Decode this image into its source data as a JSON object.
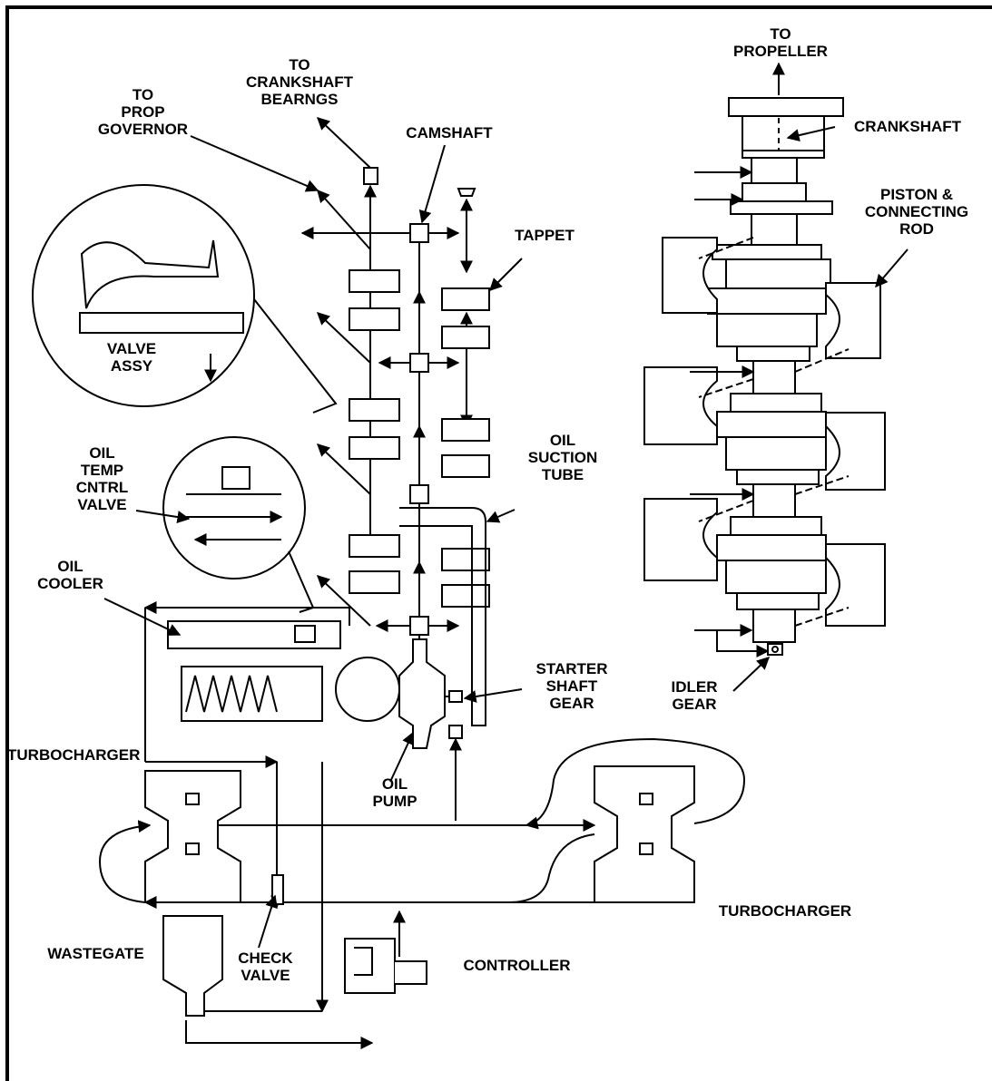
{
  "labels": {
    "to_propeller": [
      "TO",
      "PROPELLER"
    ],
    "to_crankshaft_bearings": [
      "TO",
      "CRANKSHAFT",
      "BEARNGS"
    ],
    "to_prop_governor": [
      "TO",
      "PROP",
      "GOVERNOR"
    ],
    "camshaft": "CAMSHAFT",
    "crankshaft": "CRANKSHAFT",
    "piston_connecting_rod": [
      "PISTON &",
      "CONNECTING",
      "ROD"
    ],
    "tappet": "TAPPET",
    "valve_assy": [
      "VALVE",
      "ASSY"
    ],
    "oil_temp_cntrl_valve": [
      "OIL",
      "TEMP",
      "CNTRL",
      "VALVE"
    ],
    "oil_suction_tube": [
      "OIL",
      "SUCTION",
      "TUBE"
    ],
    "oil_cooler": [
      "OIL",
      "COOLER"
    ],
    "starter_shaft_gear": [
      "STARTER",
      "SHAFT",
      "GEAR"
    ],
    "idler_gear": [
      "IDLER",
      "GEAR"
    ],
    "turbocharger_left": "TURBOCHARGER",
    "oil_pump": [
      "OIL",
      "PUMP"
    ],
    "turbocharger_right": "TURBOCHARGER",
    "wastegate": "WASTEGATE",
    "check_valve": [
      "CHECK",
      "VALVE"
    ],
    "controller": "CONTROLLER"
  }
}
